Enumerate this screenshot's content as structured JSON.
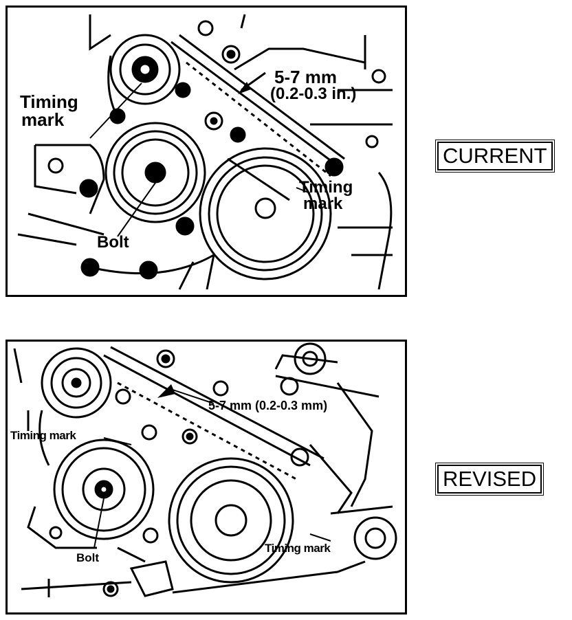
{
  "current": {
    "tag": "CURRENT",
    "labels": {
      "timing_mark_left_1": "Timing",
      "timing_mark_left_2": "mark",
      "gap_1": "5-7 mm",
      "gap_2": "(0.2-0.3 in.)",
      "timing_mark_right_1": "Timing",
      "timing_mark_right_2": "mark",
      "bolt": "Bolt"
    }
  },
  "revised": {
    "tag": "REVISED",
    "labels": {
      "gap": "5-7 mm (0.2-0.3 mm)",
      "timing_mark_left": "Timing mark",
      "timing_mark_right": "Timing mark",
      "bolt": "Bolt"
    }
  }
}
